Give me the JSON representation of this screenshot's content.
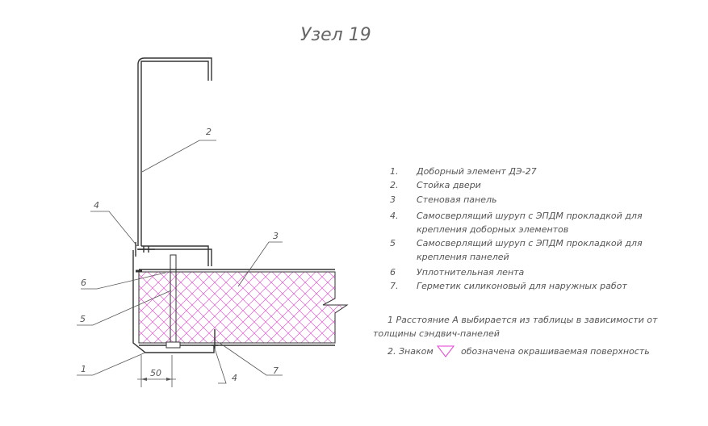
{
  "title": "Узел 19",
  "callouts": [
    "2",
    "4",
    "3",
    "6",
    "5",
    "1",
    "4",
    "7"
  ],
  "dimension": "50",
  "legend": [
    {
      "num": "1.",
      "lines": [
        "Доборный элемент ДЭ-27"
      ]
    },
    {
      "num": "2.",
      "lines": [
        "Стойка двери"
      ]
    },
    {
      "num": "3",
      "lines": [
        "Стеновая панель"
      ]
    },
    {
      "num": "4.",
      "lines": [
        "Самосверлящий шуруп с ЭПДМ прокладкой для",
        "крепления доборных элементов"
      ]
    },
    {
      "num": "5",
      "lines": [
        "Самосверлящий шуруп с ЭПДМ прокладкой для",
        "крепления панелей"
      ]
    },
    {
      "num": "6",
      "lines": [
        "Уплотнительная лента"
      ]
    },
    {
      "num": "7.",
      "lines": [
        "Герметик силиконовый для наружных работ"
      ]
    }
  ],
  "notes": {
    "note1_line1": "1 Расстояние А выбирается из таблицы в зависимости от",
    "note1_line2": "толщины сэндвич-панелей",
    "note2_prefix": "2. Знаком",
    "note2_suffix": "обозначена окрашиваемая поверхность"
  },
  "colors": {
    "insulation_hatch": "#e23ad0",
    "lines": "#555555"
  }
}
